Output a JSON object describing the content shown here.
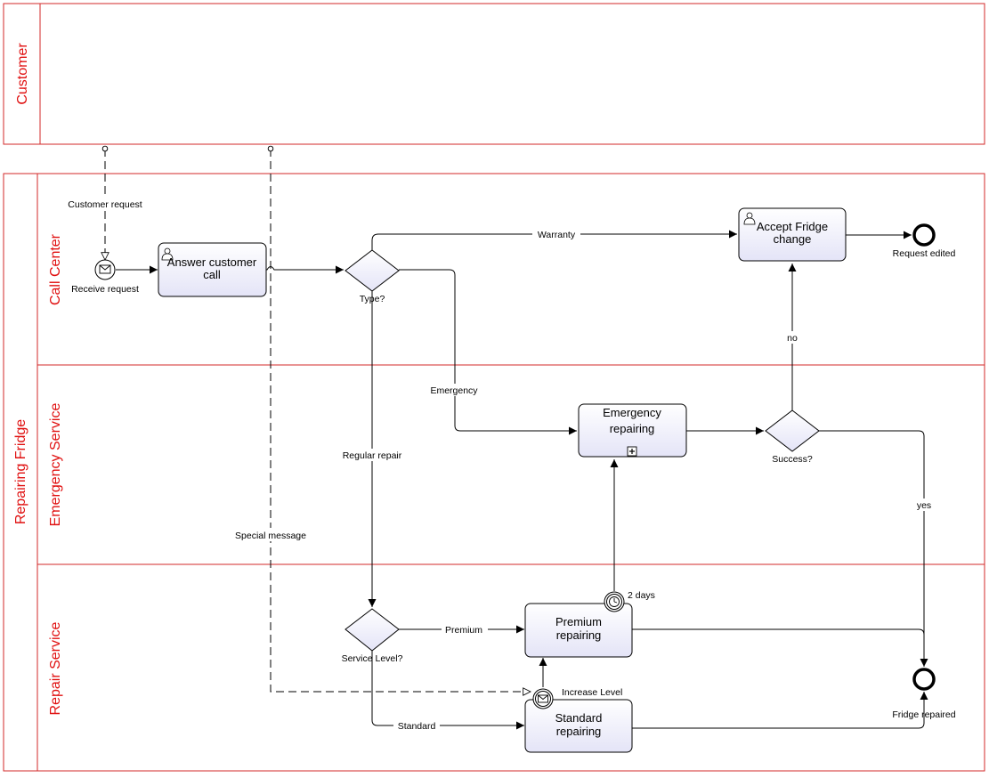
{
  "pools": {
    "customer": {
      "label": "Customer"
    },
    "repairing": {
      "label": "Repairing Fridge"
    }
  },
  "lanes": {
    "call_center": "Call Center",
    "emergency_service": "Emergency Service",
    "repair_service": "Repair Service"
  },
  "events": {
    "receive_request": "Receive request",
    "request_edited": "Request edited",
    "fridge_repaired": "Fridge repaired",
    "timer_label": "2 days",
    "increase_level": "Increase Level"
  },
  "tasks": {
    "answer_call_line1": "Answer customer",
    "answer_call_line2": "call",
    "accept_change_line1": "Accept Fridge",
    "accept_change_line2": "change",
    "emergency_line1": "Emergency",
    "emergency_line2": "repairing",
    "premium_line1": "Premium",
    "premium_line2": "repairing",
    "standard_line1": "Standard",
    "standard_line2": "repairing"
  },
  "gateways": {
    "type": "Type?",
    "success": "Success?",
    "service_level": "Service Level?"
  },
  "flow_labels": {
    "customer_request": "Customer request",
    "special_message": "Special message",
    "warranty": "Warranty",
    "emergency": "Emergency",
    "regular_repair": "Regular repair",
    "no": "no",
    "yes": "yes",
    "premium": "Premium",
    "standard": "Standard"
  },
  "colors": {
    "pool_border": "#d32a2a",
    "label_red": "#e01010",
    "task_fill": "#ececfa",
    "stroke": "#000000"
  }
}
